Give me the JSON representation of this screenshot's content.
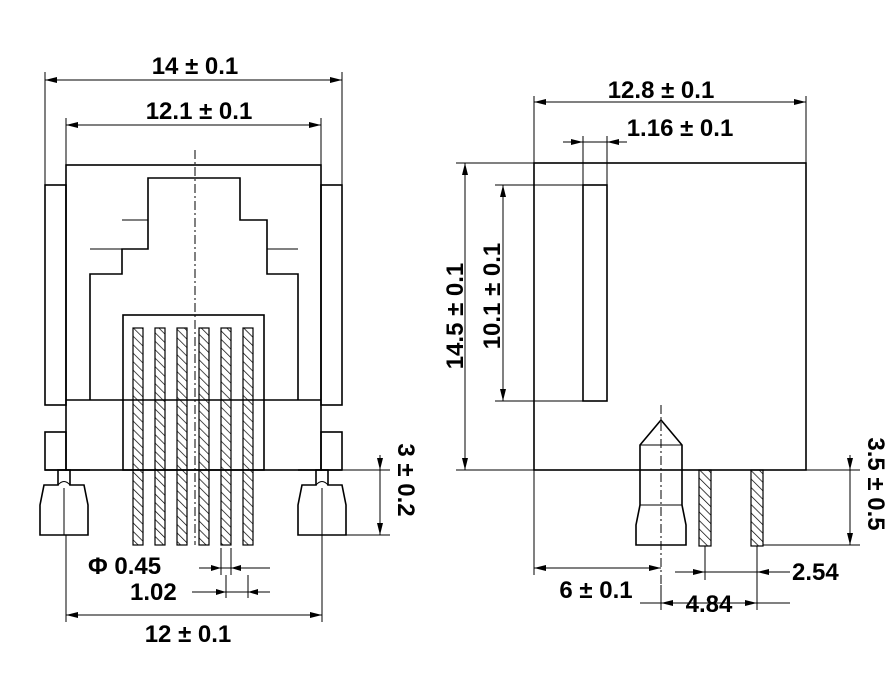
{
  "front_view": {
    "overall_width": "14 ± 0.1",
    "inner_width": "12.1 ± 0.1",
    "pin_diameter": "Φ 0.45",
    "pin_pitch": "1.02",
    "pin_span": "12 ± 0.1",
    "leg_height": "3 ± 0.2"
  },
  "side_view": {
    "depth": "12.8 ± 0.1",
    "wall_thickness": "1.16 ± 0.1",
    "height": "14.5 ± 0.1",
    "inner_height": "10.1 ± 0.1",
    "pin_length": "3.5 ± 0.5",
    "post_offset": "6 ± 0.1",
    "pin_offset_1": "2.54",
    "pin_offset_2": "4.84"
  }
}
